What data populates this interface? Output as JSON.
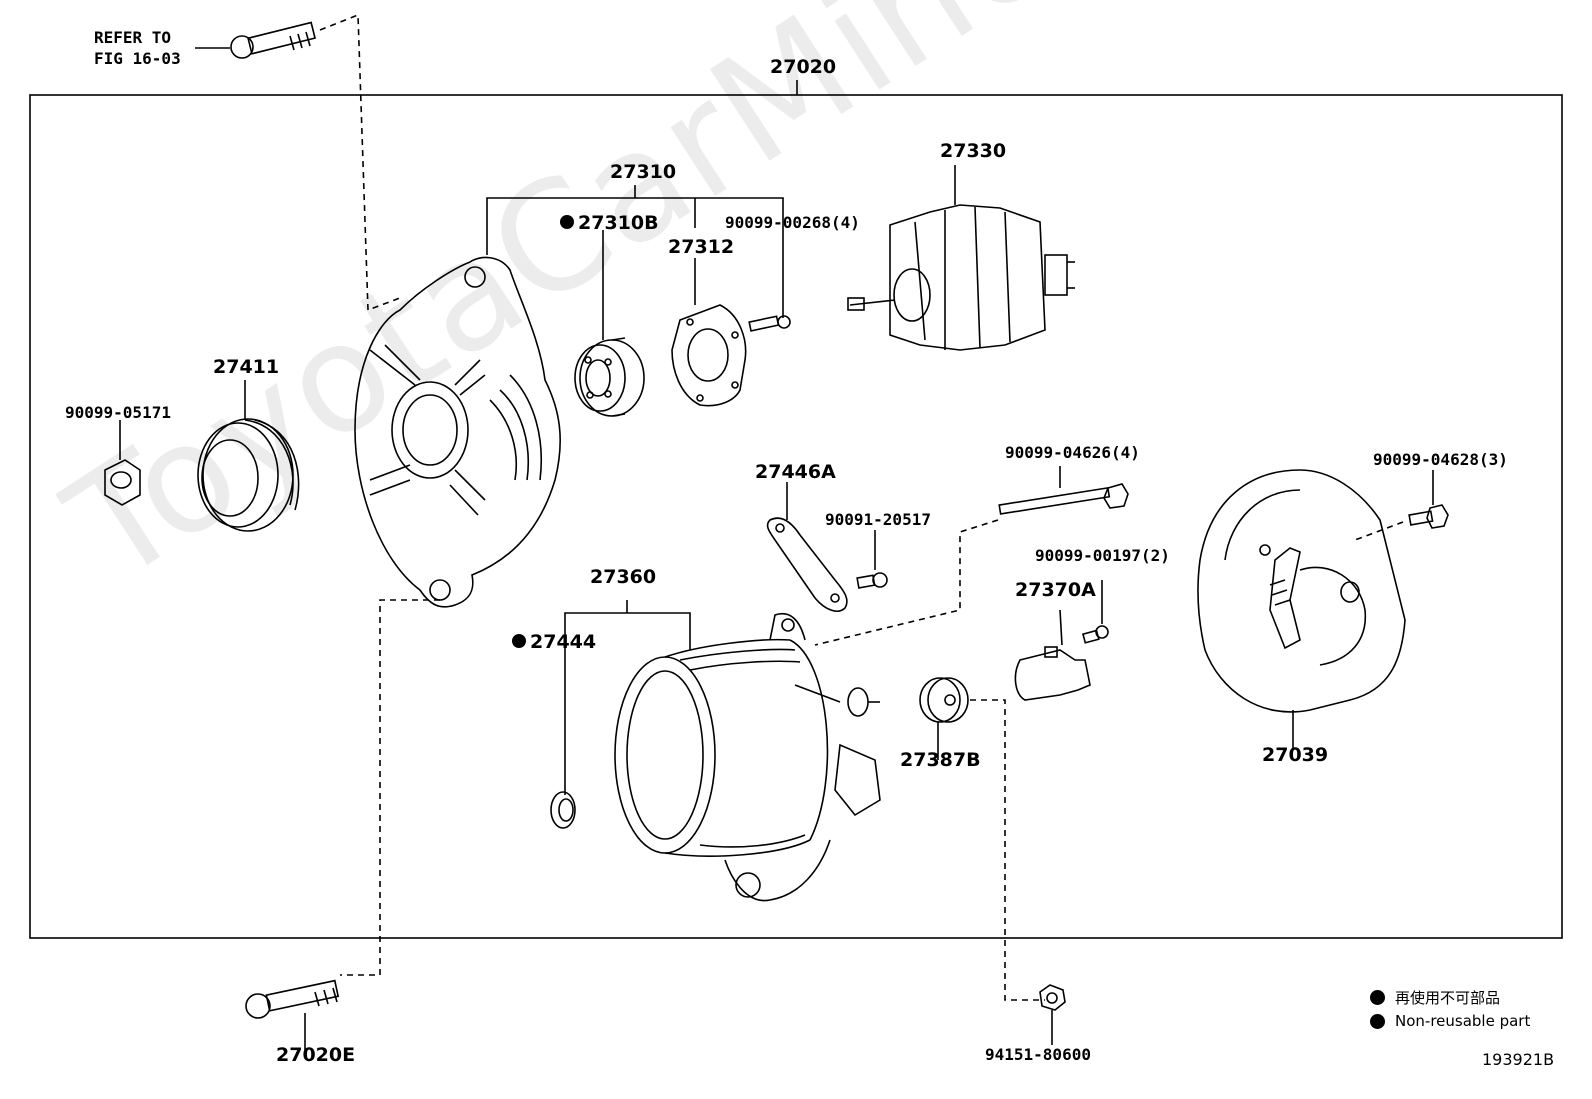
{
  "watermark": "ToyotaCarMine.ru",
  "refer_line1": "REFER TO",
  "refer_line2": "FIG 16-03",
  "labels": {
    "p27020": "27020",
    "p27310": "27310",
    "p27310B": "27310B",
    "p90099_00268": "90099-00268(4)",
    "p27312": "27312",
    "p27330": "27330",
    "p27411": "27411",
    "p90099_05171": "90099-05171",
    "p27446A": "27446A",
    "p90099_04626": "90099-04626(4)",
    "p90091_20517": "90091-20517",
    "p90099_04628": "90099-04628(3)",
    "p90099_00197": "90099-00197(2)",
    "p27370A": "27370A",
    "p27360": "27360",
    "p27444": "27444",
    "p27387B": "27387B",
    "p27039": "27039",
    "p27020E": "27020E",
    "p94151_80600": "94151-80600"
  },
  "legend": {
    "jp": "再使用不可部品",
    "en": "Non-reusable part"
  },
  "figure_number": "193921B"
}
